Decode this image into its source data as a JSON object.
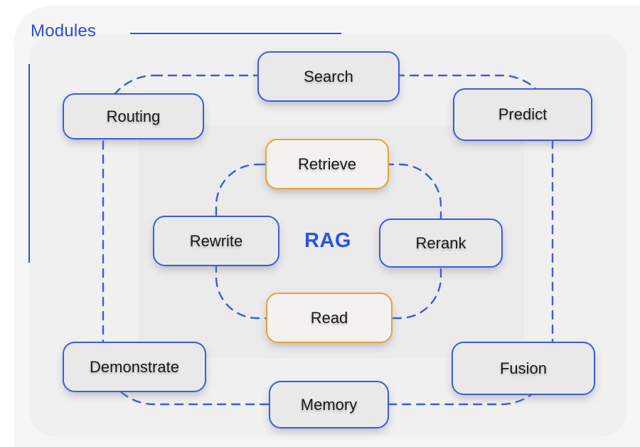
{
  "title": "Modules",
  "rag_label": "RAG",
  "modules": {
    "search": {
      "label": "Search",
      "style": "blue"
    },
    "routing": {
      "label": "Routing",
      "style": "blue"
    },
    "predict": {
      "label": "Predict",
      "style": "blue"
    },
    "retrieve": {
      "label": "Retrieve",
      "style": "orange"
    },
    "rewrite": {
      "label": "Rewrite",
      "style": "blue"
    },
    "rerank": {
      "label": "Rerank",
      "style": "blue"
    },
    "read": {
      "label": "Read",
      "style": "orange"
    },
    "demonstrate": {
      "label": "Demonstrate",
      "style": "blue"
    },
    "fusion": {
      "label": "Fusion",
      "style": "blue"
    },
    "memory": {
      "label": "Memory",
      "style": "blue"
    }
  },
  "cycles": {
    "outer": [
      "Search",
      "Predict",
      "Fusion",
      "Memory",
      "Demonstrate",
      "Routing"
    ],
    "inner": [
      "Retrieve",
      "Rerank",
      "Read",
      "Rewrite"
    ]
  },
  "colors": {
    "accent_blue": "#3150e8",
    "dashed_ring_blue": "#3b5ce4",
    "module_border_blue": "#3b5ce4",
    "module_border_orange": "#e8a23c",
    "module_fill_gray": "#e9e9ea",
    "module_fill_highlight": "#f3f2f0",
    "card_bg": "#f0f0f1",
    "inner_panel_bg": "#ebebec",
    "outer_bg": "#f5f5f6",
    "title_blue": "#2c4ae1",
    "rag_blue": "#2b52e8"
  }
}
